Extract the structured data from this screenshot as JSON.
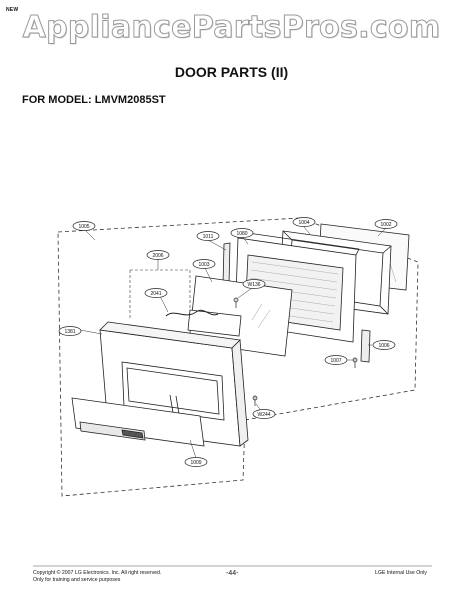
{
  "corner_label": "NEW",
  "watermark": "AppliancePartsPros.com",
  "title": "DOOR PARTS (II)",
  "model_line": "FOR MODEL: LMVM2085ST",
  "parts": {
    "p1005": "1005",
    "p1011": "1011",
    "p1080": "1080",
    "p1004": "1004",
    "p1002": "1002",
    "p2006": "2006",
    "p1003": "1003",
    "pW136": "W136",
    "p2041": "2041",
    "p1381": "1381",
    "p1006": "1006",
    "p1007": "1007",
    "pW244": "W244",
    "p1009": "1009"
  },
  "footer": {
    "copyright": "Copyright © 2007 LG Electronics. Inc. All right reserved.",
    "training": "Only for training and service purposes",
    "page": "-44-",
    "internal": "LGE Internal Use Only"
  }
}
